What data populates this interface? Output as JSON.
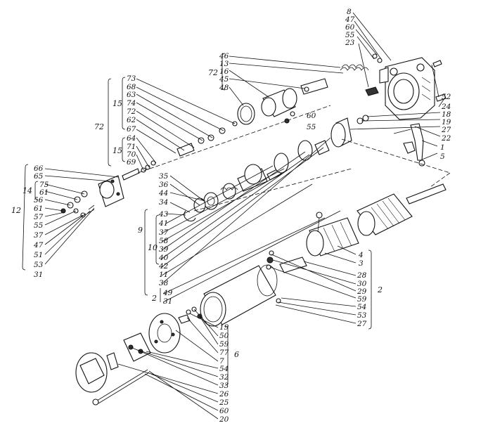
{
  "labels": [
    {
      "id": "l8a",
      "t": "8"
    },
    {
      "id": "l47a",
      "t": "47"
    },
    {
      "id": "l60a",
      "t": "60"
    },
    {
      "id": "l55a",
      "t": "55"
    },
    {
      "id": "l23",
      "t": "23"
    },
    {
      "id": "l46",
      "t": "46"
    },
    {
      "id": "l13",
      "t": "13"
    },
    {
      "id": "l16",
      "t": "16"
    },
    {
      "id": "l45",
      "t": "45"
    },
    {
      "id": "l48",
      "t": "48"
    },
    {
      "id": "l52",
      "t": "52"
    },
    {
      "id": "l24",
      "t": "24"
    },
    {
      "id": "l18",
      "t": "18"
    },
    {
      "id": "l19a",
      "t": "19"
    },
    {
      "id": "l27a",
      "t": "27"
    },
    {
      "id": "l22",
      "t": "22"
    },
    {
      "id": "l1",
      "t": "1"
    },
    {
      "id": "l5",
      "t": "5"
    },
    {
      "id": "l60b",
      "t": "60"
    },
    {
      "id": "l55b",
      "t": "55"
    },
    {
      "id": "l73",
      "t": "73"
    },
    {
      "id": "l68",
      "t": "68"
    },
    {
      "id": "l63",
      "t": "63"
    },
    {
      "id": "l74",
      "t": "74"
    },
    {
      "id": "l72a",
      "t": "72"
    },
    {
      "id": "l62",
      "t": "62"
    },
    {
      "id": "l67",
      "t": "67"
    },
    {
      "id": "l64",
      "t": "64"
    },
    {
      "id": "l71",
      "t": "71"
    },
    {
      "id": "l70",
      "t": "70"
    },
    {
      "id": "l69",
      "t": "69"
    },
    {
      "id": "l66",
      "t": "66"
    },
    {
      "id": "l65",
      "t": "65"
    },
    {
      "id": "l75",
      "t": "75"
    },
    {
      "id": "l61a",
      "t": "61"
    },
    {
      "id": "l56",
      "t": "56"
    },
    {
      "id": "l61b",
      "t": "61"
    },
    {
      "id": "l57a",
      "t": "57"
    },
    {
      "id": "l35",
      "t": "35"
    },
    {
      "id": "l36",
      "t": "36"
    },
    {
      "id": "l44",
      "t": "44"
    },
    {
      "id": "l34",
      "t": "34"
    },
    {
      "id": "l55c",
      "t": "55"
    },
    {
      "id": "l37a",
      "t": "37"
    },
    {
      "id": "l47b",
      "t": "47"
    },
    {
      "id": "l51",
      "t": "51"
    },
    {
      "id": "l53a",
      "t": "53"
    },
    {
      "id": "l31a",
      "t": "31"
    },
    {
      "id": "l43",
      "t": "43"
    },
    {
      "id": "l41",
      "t": "41"
    },
    {
      "id": "l37b",
      "t": "37"
    },
    {
      "id": "l58",
      "t": "58"
    },
    {
      "id": "l39",
      "t": "39"
    },
    {
      "id": "l40",
      "t": "40"
    },
    {
      "id": "l42",
      "t": "42"
    },
    {
      "id": "l11",
      "t": "11"
    },
    {
      "id": "l38",
      "t": "38"
    },
    {
      "id": "l49",
      "t": "49"
    },
    {
      "id": "l31b",
      "t": "31"
    },
    {
      "id": "l4",
      "t": "4"
    },
    {
      "id": "l3",
      "t": "3"
    },
    {
      "id": "l28",
      "t": "28"
    },
    {
      "id": "l30",
      "t": "30"
    },
    {
      "id": "l29",
      "t": "29"
    },
    {
      "id": "l59a",
      "t": "59"
    },
    {
      "id": "l54a",
      "t": "54"
    },
    {
      "id": "l53b",
      "t": "53"
    },
    {
      "id": "l27b",
      "t": "27"
    },
    {
      "id": "l19b",
      "t": "19"
    },
    {
      "id": "l50",
      "t": "50"
    },
    {
      "id": "l59b",
      "t": "59"
    },
    {
      "id": "l77",
      "t": "77"
    },
    {
      "id": "l7",
      "t": "7"
    },
    {
      "id": "l54b",
      "t": "54"
    },
    {
      "id": "l32",
      "t": "32"
    },
    {
      "id": "l33",
      "t": "33"
    },
    {
      "id": "l26",
      "t": "26"
    },
    {
      "id": "l25",
      "t": "25"
    },
    {
      "id": "l60c",
      "t": "60"
    },
    {
      "id": "l20",
      "t": "20"
    }
  ],
  "groups": [
    {
      "id": "g72a",
      "t": "72"
    },
    {
      "id": "g15a",
      "t": "15"
    },
    {
      "id": "g15b",
      "t": "15"
    },
    {
      "id": "g72b",
      "t": "72"
    },
    {
      "id": "g14",
      "t": "14"
    },
    {
      "id": "g12",
      "t": "12"
    },
    {
      "id": "g9",
      "t": "9"
    },
    {
      "id": "g10",
      "t": "10"
    },
    {
      "id": "g2a",
      "t": "2"
    },
    {
      "id": "g2b",
      "t": "2"
    },
    {
      "id": "g6",
      "t": "6"
    }
  ]
}
